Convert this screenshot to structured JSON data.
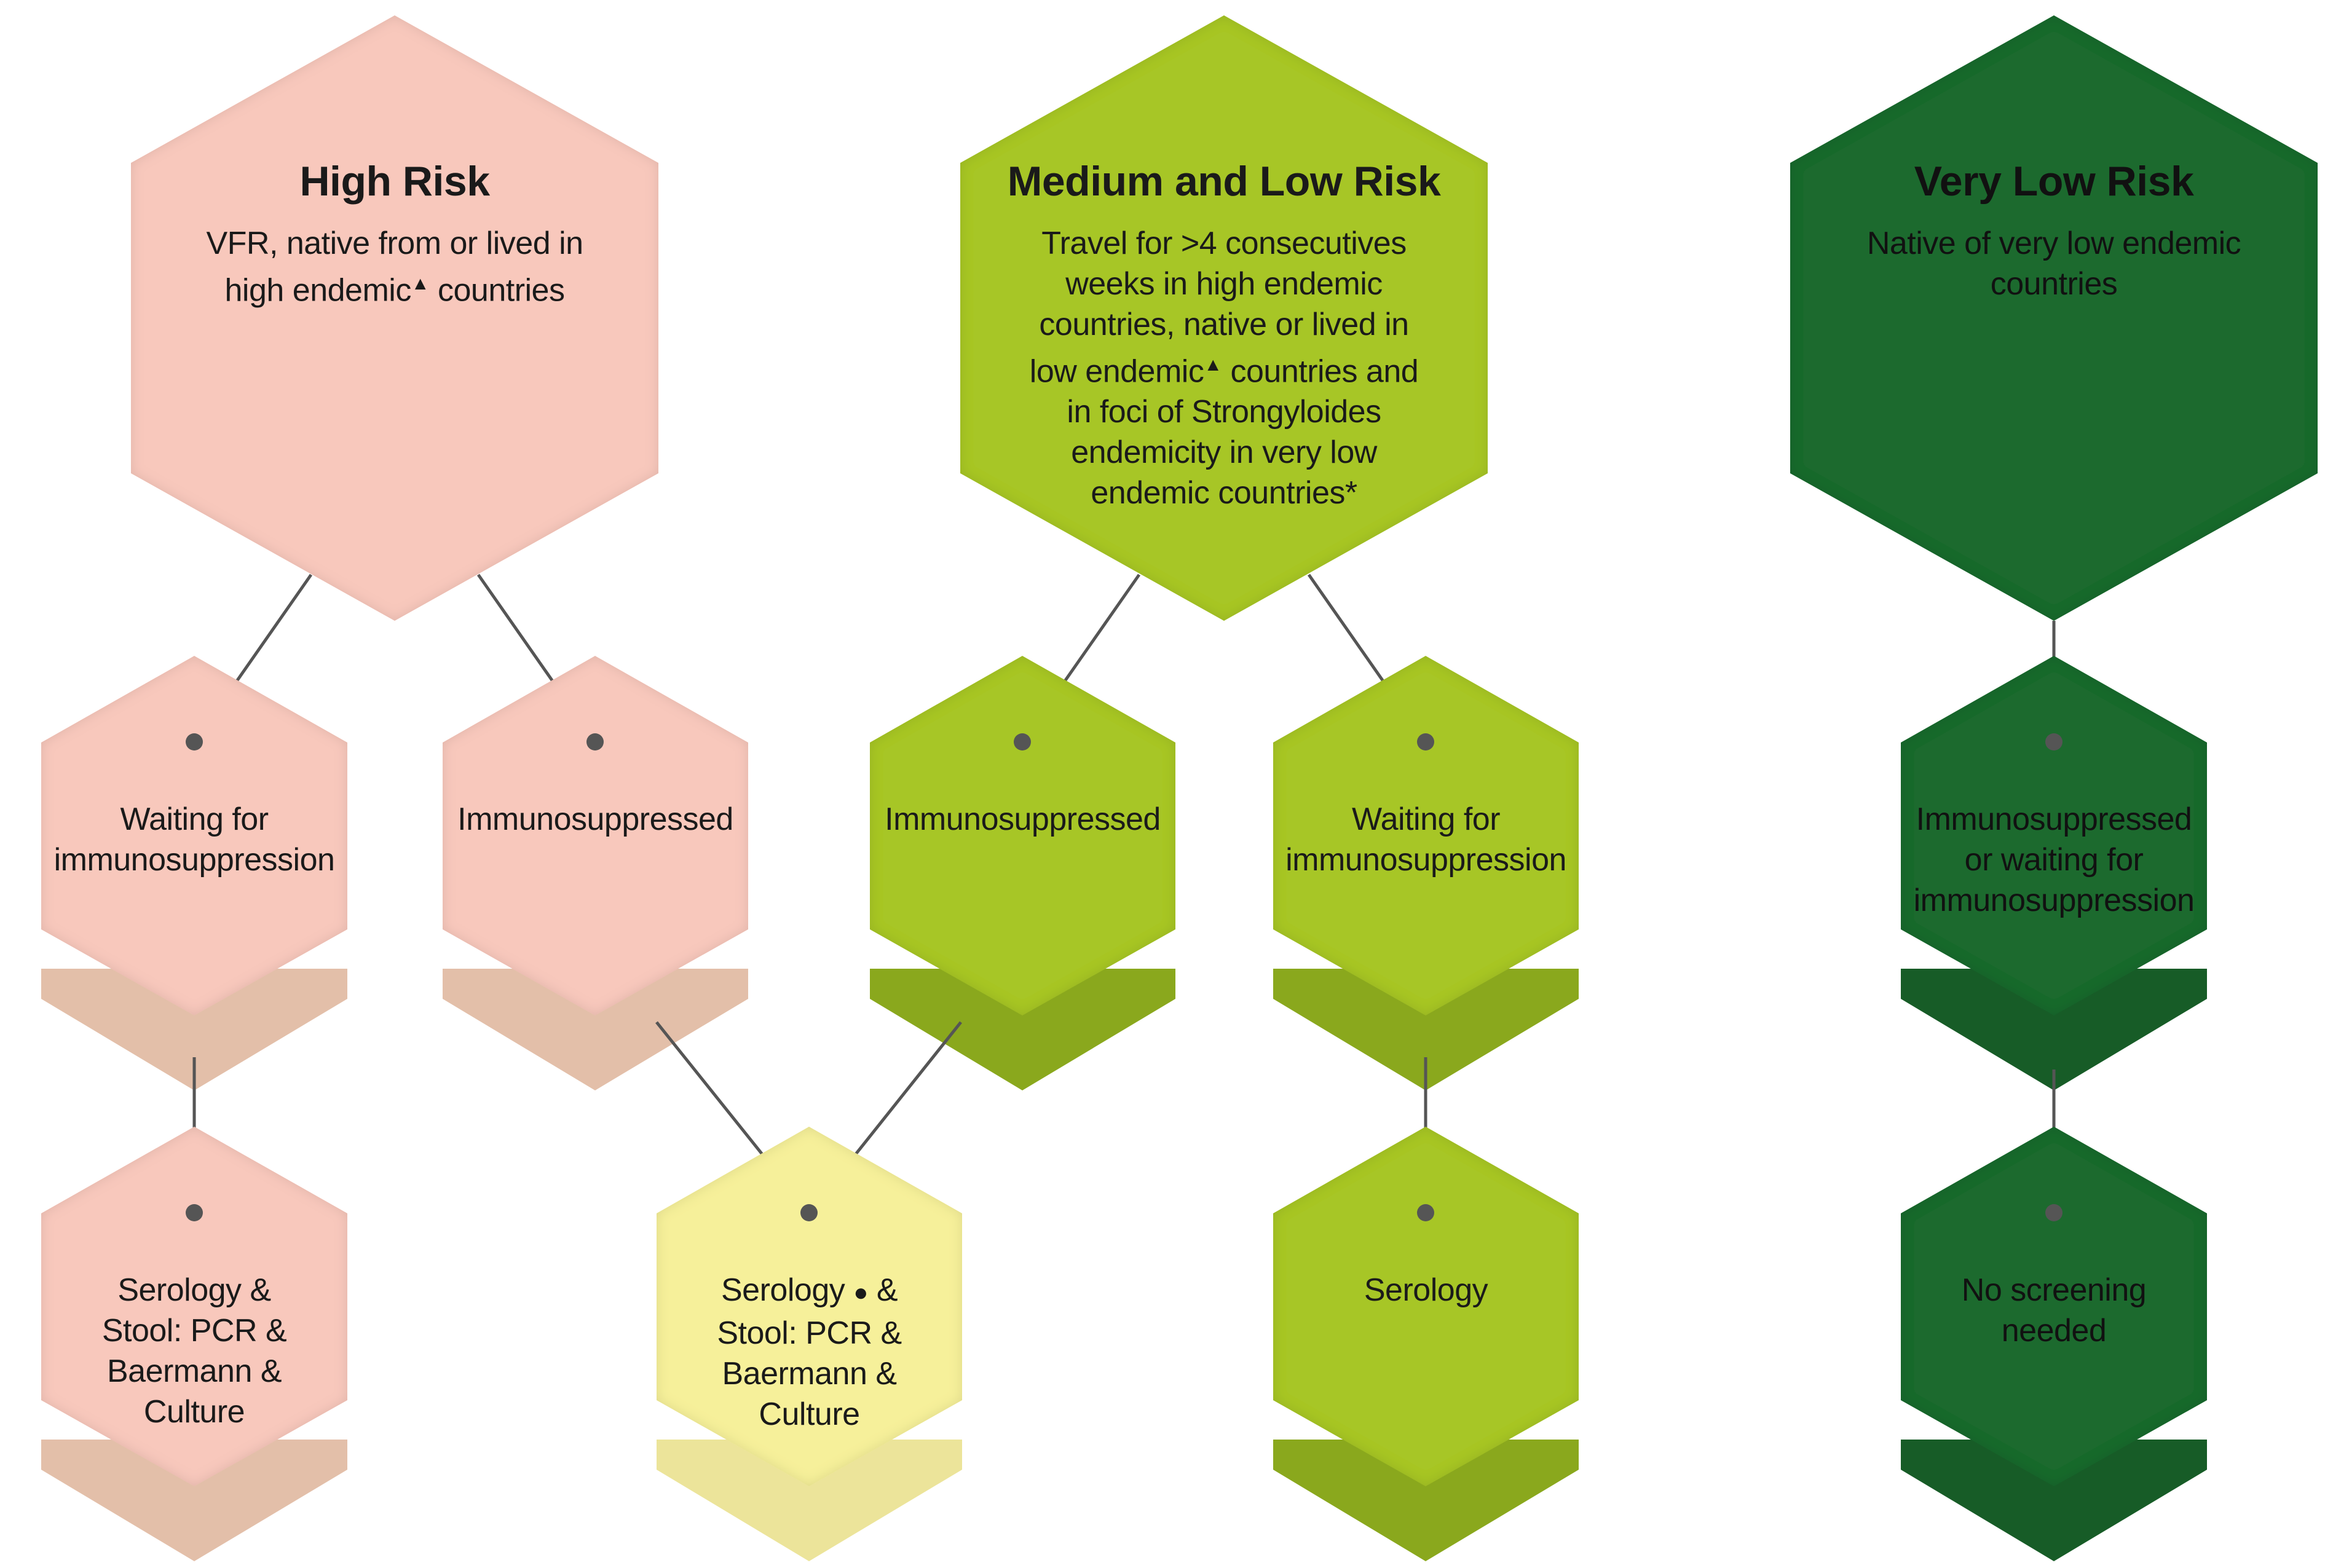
{
  "colors": {
    "high": "#f8c8bc",
    "high_shadow": "#e3bfa9",
    "medium": "#a7c628",
    "medium_shadow": "#8aa81d",
    "verylow": "#1c6b2e",
    "verylow_shadow": "#175c27",
    "serology_combo": "#f6f09a",
    "serology_combo_shadow": "#ece49a",
    "connector": "#555555"
  },
  "risk_groups": {
    "high": {
      "title": "High Risk",
      "desc_line1": "VFR, native from or lived in",
      "desc_line2a": "high endemic",
      "desc_line2b": "countries",
      "marker": "▲"
    },
    "medium_low": {
      "title": "Medium and Low Risk",
      "desc_l1": "Travel for >4 consecutives",
      "desc_l2": "weeks in high endemic",
      "desc_l3": "countries, native or lived in",
      "desc_l4a": "low endemic",
      "desc_l4b": "countries and",
      "desc_l5": "in foci of Strongyloides",
      "desc_l6": "endemicity in very low",
      "desc_l7": "endemic countries*",
      "marker": "▲"
    },
    "very_low": {
      "title": "Very Low Risk",
      "desc_l1": "Native of very low endemic",
      "desc_l2": "countries"
    }
  },
  "conditions": {
    "high_waiting": {
      "l1": "Waiting for",
      "l2": "immunosuppression"
    },
    "high_immuno": {
      "l1": "Immunosuppressed"
    },
    "med_immuno": {
      "l1": "Immunosuppressed"
    },
    "med_waiting": {
      "l1": "Waiting for",
      "l2": "immunosuppression"
    },
    "vl_condition": {
      "l1": "Immunosuppressed",
      "l2": "or waiting for",
      "l3": "immunosuppression"
    }
  },
  "actions": {
    "high_full": {
      "l1": "Serology &",
      "l2": "Stool: PCR &",
      "l3": "Baermann &",
      "l4": "Culture"
    },
    "combined": {
      "l1a": "Serology",
      "l1b": "&",
      "marker": "●",
      "l2": "Stool: PCR &",
      "l3": "Baermann &",
      "l4": "Culture"
    },
    "serology": {
      "l1": "Serology"
    },
    "none": {
      "l1": "No screening",
      "l2": "needed"
    }
  }
}
